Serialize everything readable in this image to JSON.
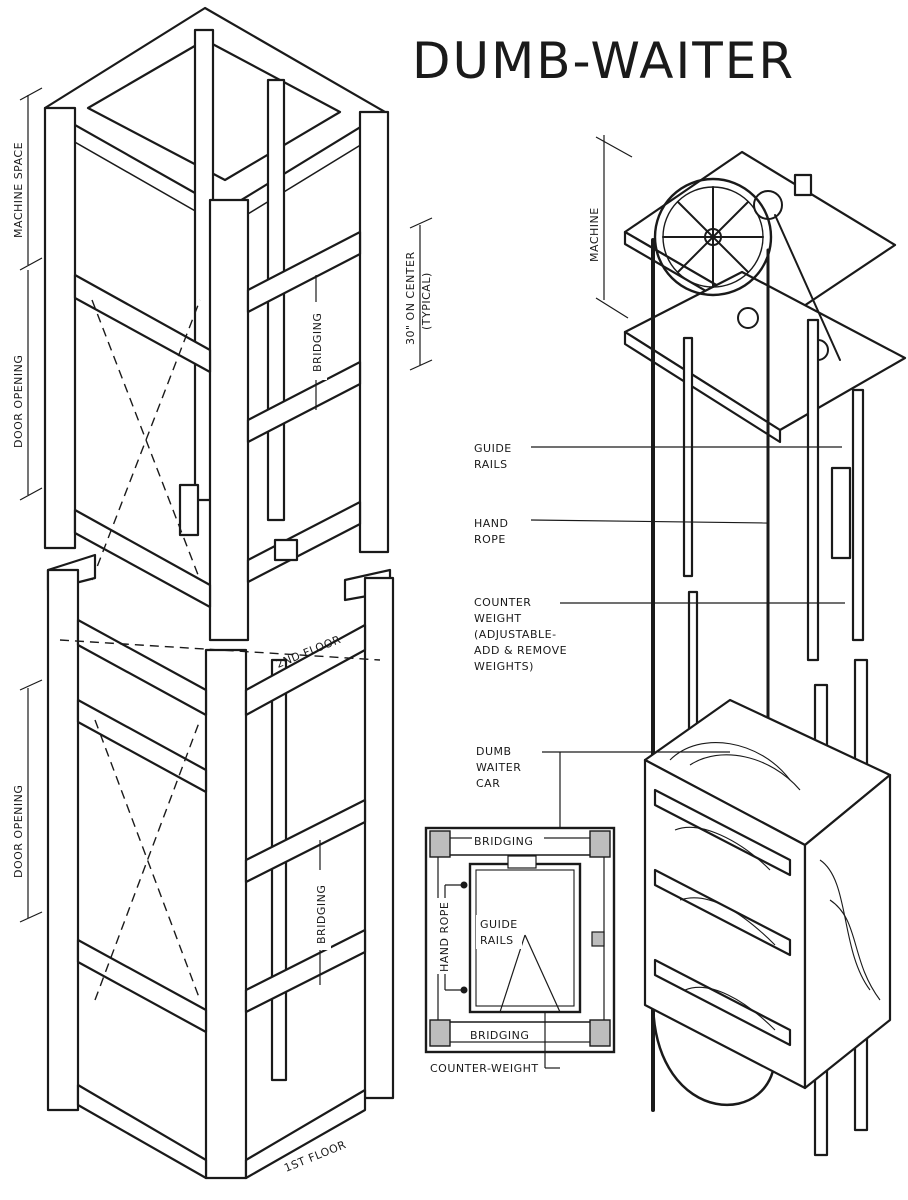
{
  "title": "DUMB-WAITER",
  "shaft_labels": {
    "machine_space": "MACHINE SPACE",
    "door_opening_upper": "DOOR OPENING",
    "door_opening_lower": "DOOR OPENING",
    "on_center_line1": "30\" ON CENTER",
    "on_center_line2": "(TYPICAL)",
    "bridging_upper": "BRIDGING",
    "bridging_lower": "BRIDGING",
    "second_floor": "2ND FLOOR",
    "first_floor": "1ST FLOOR"
  },
  "mechanism_labels": {
    "machine": "MACHINE",
    "guide_rails": [
      "GUIDE",
      "RAILS"
    ],
    "hand_rope": [
      "HAND",
      "ROPE"
    ],
    "counter_weight": [
      "COUNTER",
      "WEIGHT",
      "(ADJUSTABLE-",
      "ADD & REMOVE",
      "WEIGHTS)"
    ],
    "dumb_waiter_car": [
      "DUMB",
      "WAITER",
      "CAR"
    ]
  },
  "plan_labels": {
    "bridging_top": "BRIDGING",
    "bridging_bottom": "BRIDGING",
    "hand_rope": "HAND ROPE",
    "guide_rails": [
      "GUIDE",
      "RAILS"
    ],
    "counter_weight": "COUNTER-WEIGHT"
  }
}
